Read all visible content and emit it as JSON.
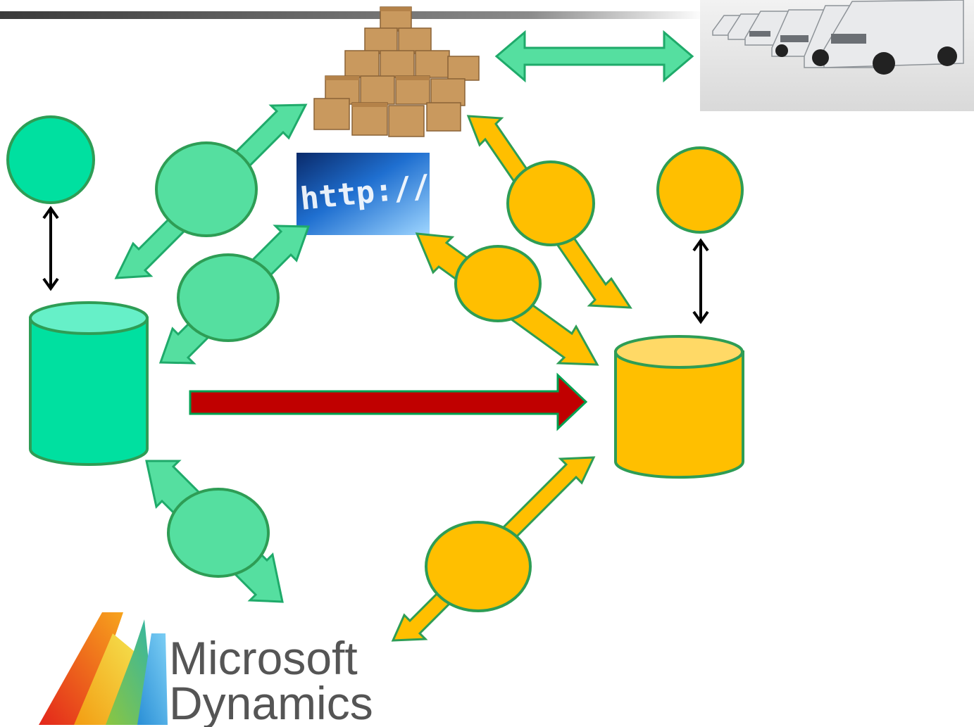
{
  "colors": {
    "green_fill": "#55dfa0",
    "green_cylinder": "#00e0a0",
    "green_cylinder_top": "#66f0c8",
    "green_stroke": "#1faa6a",
    "orange_fill": "#ffbf00",
    "orange_cylinder_top": "#ffd966",
    "node_outline": "#2e9d55",
    "red_arrow": "#c00000",
    "red_arrow_outline": "#00a050",
    "header_bar": "#444444"
  },
  "images": {
    "boxes": "cardboard-boxes-icon",
    "vans": "delivery-vans-icon",
    "http": "http-url-icon",
    "dynamics": "microsoft-dynamics-logo"
  },
  "labels": {
    "http_text": "http://w",
    "ms_line1": "Microsoft",
    "ms_line2": "Dynamics"
  }
}
